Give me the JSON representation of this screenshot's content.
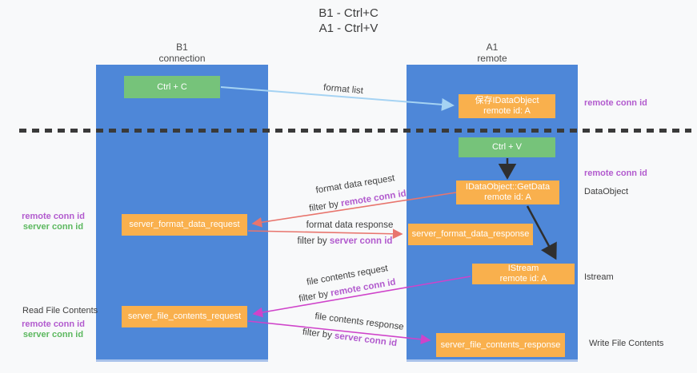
{
  "title": {
    "line1": "B1 - Ctrl+C",
    "line2": "A1 - Ctrl+V"
  },
  "lanes": {
    "b1": {
      "name": "B1",
      "subtitle": "connection"
    },
    "a1": {
      "name": "A1",
      "subtitle": "remote"
    }
  },
  "boxes": {
    "ctrl_c": {
      "label": "Ctrl + C"
    },
    "save_dataobject": {
      "line1": "保存IDataObject",
      "line2": "remote id: A"
    },
    "ctrl_v": {
      "label": "Ctrl + V"
    },
    "getdata": {
      "line1": "IDataObject::GetData",
      "line2": "remote id: A"
    },
    "format_request": {
      "label": "server_format_data_request"
    },
    "format_response": {
      "label": "server_format_data_response"
    },
    "istream": {
      "line1": "IStream",
      "line2": "remote id: A"
    },
    "file_request": {
      "label": "server_file_contents_request"
    },
    "file_response": {
      "label": "server_file_contents_response"
    }
  },
  "side_labels": {
    "remote_conn_id_right_top": "remote conn id",
    "remote_conn_id_right_mid": "remote conn id",
    "dataobject": "DataObject",
    "istream": "Istream",
    "write_file_contents": "Write File Contents",
    "read_file_contents": "Read File Contents",
    "remote_conn_id_left_1": "remote conn id",
    "server_conn_id_left_1": "server conn id",
    "remote_conn_id_left_2": "remote conn id",
    "server_conn_id_left_2": "server conn id"
  },
  "edge_labels": {
    "format_list": "format list",
    "format_data_request": "format data request",
    "format_data_response": "format data response",
    "file_contents_request": "file contents request",
    "file_contents_response": "file contents response",
    "filter_by": "filter by ",
    "remote_conn_id": "remote conn id",
    "server_conn_id": "server conn id"
  },
  "colors": {
    "background": "#f8f9fa",
    "lane_blue": "#4e87d8",
    "node_orange": "#f9b04d",
    "node_green": "#76c37a",
    "arrow_light_blue": "#a5d3f3",
    "arrow_red": "#e8756d",
    "arrow_magenta": "#cf43ca",
    "arrow_black": "#2f2f2f",
    "text_purple": "#b25bce",
    "text_green": "#5cb85f",
    "text_dark": "#3d3d3d"
  }
}
